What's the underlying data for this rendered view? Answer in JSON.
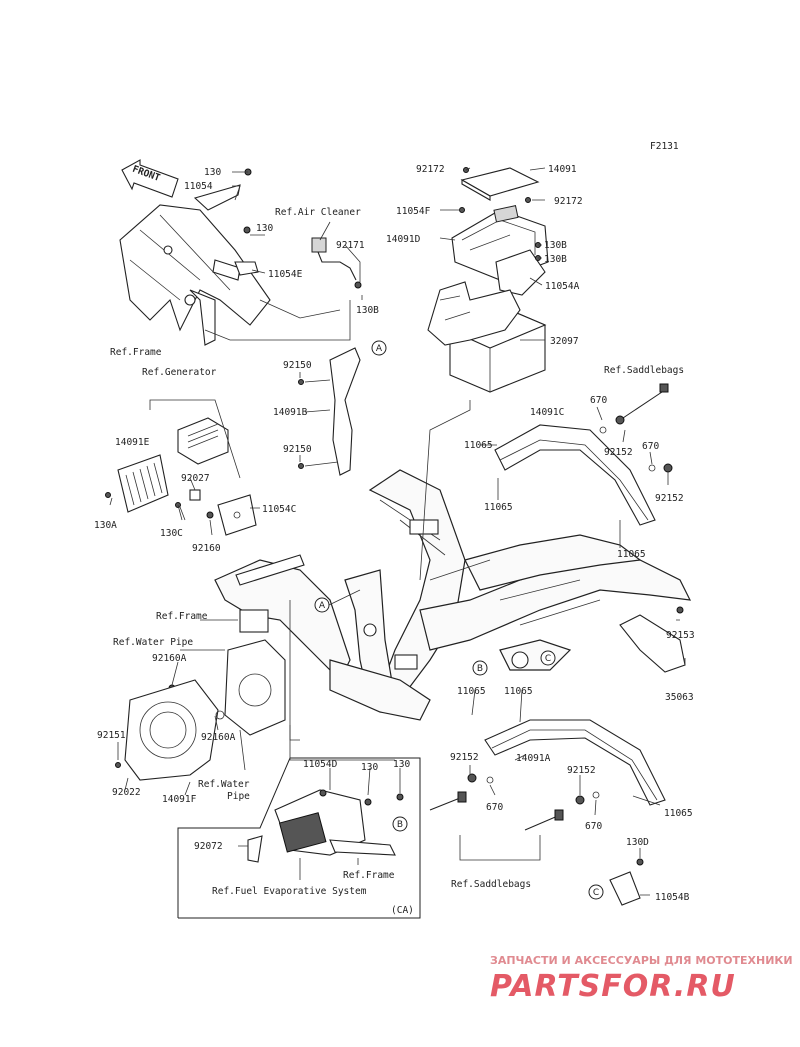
{
  "diagram_code": "F2131",
  "front_arrow_label": "FRONT",
  "callouts": [
    "A",
    "A",
    "B",
    "B",
    "C",
    "C"
  ],
  "labels": {
    "l_130_top": "130",
    "l_11054_top": "11054",
    "l_ref_air_cleaner": "Ref.Air Cleaner",
    "l_130_mid": "130",
    "l_92171": "92171",
    "l_11054e": "11054E",
    "l_130b_a": "130B",
    "l_ref_frame_top": "Ref.Frame",
    "l_92172_a": "92172",
    "l_14091": "14091",
    "l_11054f": "11054F",
    "l_92172_b": "92172",
    "l_14091d": "14091D",
    "l_130b_b": "130B",
    "l_130b_c": "130B",
    "l_11054a": "11054A",
    "l_32097": "32097",
    "l_92150_a": "92150",
    "l_14091b": "14091B",
    "l_92150_b": "92150",
    "l_ref_generator": "Ref.Generator",
    "l_14091e": "14091E",
    "l_92027": "92027",
    "l_130a": "130A",
    "l_130c": "130C",
    "l_92160": "92160",
    "l_11054c": "11054C",
    "l_ref_saddlebags_top": "Ref.Saddlebags",
    "l_670_a": "670",
    "l_14091c": "14091C",
    "l_11065_a": "11065",
    "l_92152_a": "92152",
    "l_670_b": "670",
    "l_92152_b": "92152",
    "l_11065_b": "11065",
    "l_11065_c": "11065",
    "l_ref_frame_mid": "Ref.Frame",
    "l_ref_water_pipe_a": "Ref.Water Pipe",
    "l_92160a_a": "92160A",
    "l_92153": "92153",
    "l_35063": "35063",
    "l_11065_d": "11065",
    "l_11065_e": "11065",
    "l_92151": "92151",
    "l_92160a_b": "92160A",
    "l_92022": "92022",
    "l_14091f": "14091F",
    "l_ref_water_pipe_b1": "Ref.Water",
    "l_ref_water_pipe_b2": "Pipe",
    "l_11054d": "11054D",
    "l_130_box_a": "130",
    "l_130_box_b": "130",
    "l_92152_c": "92152",
    "l_14091a": "14091A",
    "l_92152_d": "92152",
    "l_670_c": "670",
    "l_11065_f": "11065",
    "l_670_d": "670",
    "l_92072": "92072",
    "l_ref_frame_box": "Ref.Frame",
    "l_ref_fuel_evap": "Ref.Fuel Evaporative System",
    "l_ca": "(CA)",
    "l_ref_saddlebags_bottom": "Ref.Saddlebags",
    "l_130d": "130D",
    "l_11054b": "11054B"
  },
  "watermark": {
    "subtitle": "ЗАПЧАСТИ И АКСЕССУАРЫ ДЛЯ МОТОТЕХНИКИ",
    "logo": "PARTSFOR.RU"
  },
  "colors": {
    "line": "#222222",
    "watermark": "#e45a66"
  }
}
